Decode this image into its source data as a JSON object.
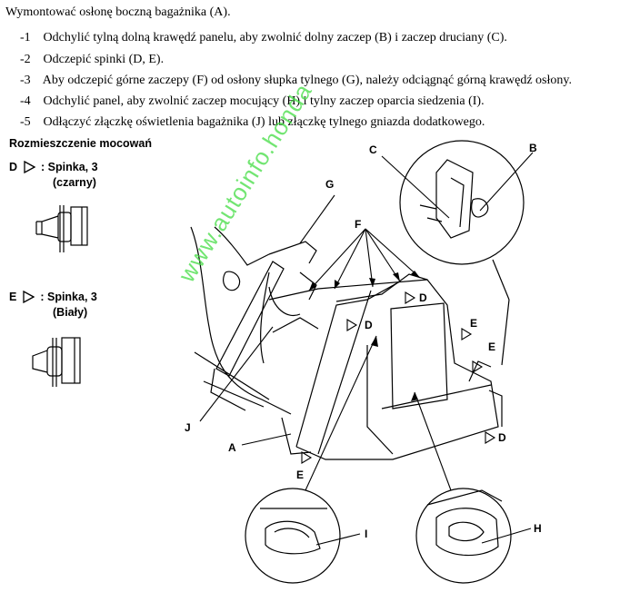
{
  "intro": "Wymontować osłonę boczną bagażnika (A).",
  "steps": [
    {
      "num": "-1",
      "text": "Odchylić tylną dolną krawędź panelu, aby zwolnić dolny zaczep (B) i zaczep druciany (C)."
    },
    {
      "num": "-2",
      "text": "Odczepić spinki (D, E)."
    },
    {
      "num": "-3",
      "text": "Aby odczepić górne zaczepy (F) od osłony słupka tylnego (G), należy odciągnąć górną krawędź osłony."
    },
    {
      "num": "-4",
      "text": "Odchylić panel, aby zwolnić zaczep mocujący (H) i tylny zaczep oparcia siedzenia (I)."
    },
    {
      "num": "-5",
      "text": "Odłączyć złączkę oświetlenia bagażnika (J) lub złączkę tylnego gniazda dodatkowego."
    }
  ],
  "locations_heading": "Rozmieszczenie mocowań",
  "clips": [
    {
      "letter": "D",
      "label": ": Spinka, 3",
      "color": "(czarny)"
    },
    {
      "letter": "E",
      "label": ": Spinka, 3",
      "color": "(Biały)"
    }
  ],
  "callouts": {
    "A": "A",
    "B": "B",
    "C": "C",
    "D": "D",
    "E": "E",
    "F": "F",
    "G": "G",
    "H": "H",
    "I": "I",
    "J": "J"
  },
  "watermark": "www.autoinfo.honda",
  "icons": {
    "clip_marker": "triangle-outline-icon"
  }
}
